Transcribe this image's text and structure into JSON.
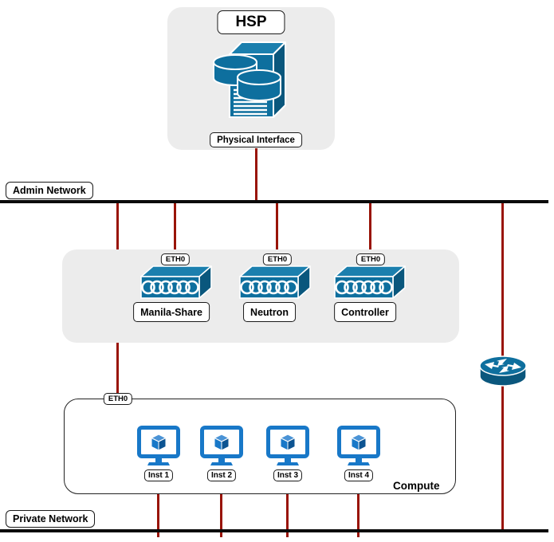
{
  "diagram": {
    "hsp": {
      "label": "HSP",
      "interface_label": "Physical Interface"
    },
    "networks": {
      "admin": "Admin Network",
      "private": "Private Network"
    },
    "services": [
      {
        "port": "ETH0",
        "name": "Manila-Share"
      },
      {
        "port": "ETH0",
        "name": "Neutron"
      },
      {
        "port": "ETH0",
        "name": "Controller"
      }
    ],
    "compute": {
      "port": "ETH0",
      "label": "Compute",
      "instances": [
        {
          "name": "Inst 1"
        },
        {
          "name": "Inst 2"
        },
        {
          "name": "Inst 3"
        },
        {
          "name": "Inst 4"
        }
      ]
    },
    "icons": {
      "server": "storage-server-icon",
      "switch": "workgroup-switch-icon",
      "router": "router-icon",
      "instance": "vm-instance-icon"
    },
    "colors": {
      "node_blue": "#0e6f9e",
      "node_blue_light": "#1b7fae",
      "node_blue_dark": "#0a577d",
      "instance_blue": "#1878c8",
      "link_red": "#991407",
      "network_black": "#0a0a0a",
      "panel_gray": "#ececec"
    }
  }
}
